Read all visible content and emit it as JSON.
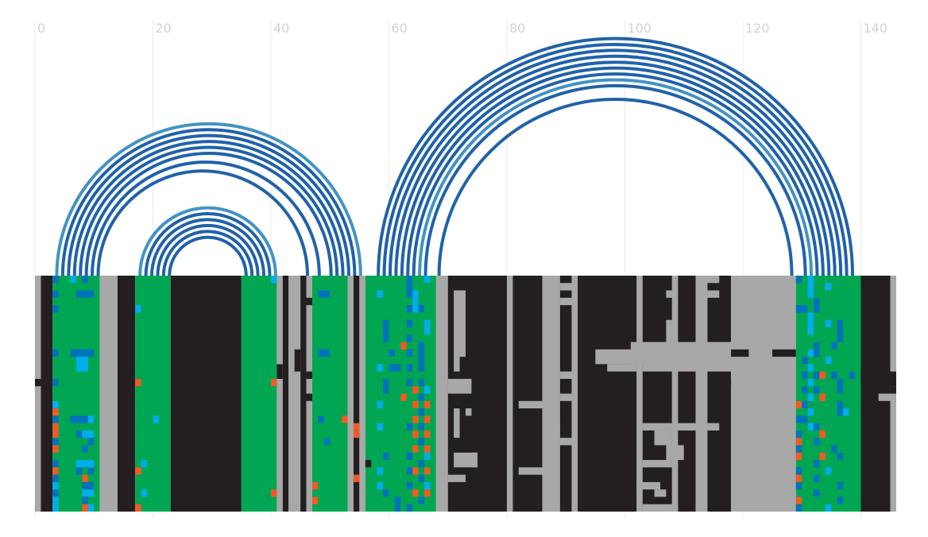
{
  "chart_data": {
    "type": "arc-diagram-with-alignment-track",
    "xlim": [
      0,
      146
    ],
    "x_ticks": [
      {
        "value": 0,
        "label": "0"
      },
      {
        "value": 20,
        "label": "20"
      },
      {
        "value": 40,
        "label": "40"
      },
      {
        "value": 60,
        "label": "60"
      },
      {
        "value": 80,
        "label": "80"
      },
      {
        "value": 100,
        "label": "100"
      },
      {
        "value": 120,
        "label": "120"
      },
      {
        "value": 140,
        "label": "140"
      }
    ],
    "grid": true,
    "arc_colors": {
      "dark": "#2162a9",
      "light": "#4393c3"
    },
    "arcs": [
      {
        "start": 3.7,
        "end": 55.2,
        "color": "light"
      },
      {
        "start": 4.7,
        "end": 54.2,
        "color": "dark"
      },
      {
        "start": 5.7,
        "end": 53.2,
        "color": "dark"
      },
      {
        "start": 6.7,
        "end": 52.2,
        "color": "dark"
      },
      {
        "start": 7.7,
        "end": 51.2,
        "color": "dark"
      },
      {
        "start": 8.7,
        "end": 50.2,
        "color": "dark"
      },
      {
        "start": 9.7,
        "end": 48.2,
        "color": "dark"
      },
      {
        "start": 10.7,
        "end": 46.2,
        "color": "dark"
      },
      {
        "start": 17.8,
        "end": 40.8,
        "color": "light"
      },
      {
        "start": 18.8,
        "end": 39.8,
        "color": "dark"
      },
      {
        "start": 19.8,
        "end": 38.8,
        "color": "dark"
      },
      {
        "start": 20.8,
        "end": 37.8,
        "color": "dark"
      },
      {
        "start": 21.8,
        "end": 36.8,
        "color": "dark"
      },
      {
        "start": 22.8,
        "end": 35.8,
        "color": "dark"
      },
      {
        "start": 58.2,
        "end": 138.6,
        "color": "dark"
      },
      {
        "start": 59.2,
        "end": 137.6,
        "color": "dark"
      },
      {
        "start": 60.2,
        "end": 136.6,
        "color": "dark"
      },
      {
        "start": 61.2,
        "end": 135.6,
        "color": "dark"
      },
      {
        "start": 62.2,
        "end": 134.6,
        "color": "dark"
      },
      {
        "start": 63.2,
        "end": 133.6,
        "color": "dark"
      },
      {
        "start": 64.2,
        "end": 132.6,
        "color": "dark"
      },
      {
        "start": 65.2,
        "end": 131.6,
        "color": "light"
      },
      {
        "start": 66.2,
        "end": 130.6,
        "color": "dark"
      },
      {
        "start": 68.5,
        "end": 128.3,
        "color": "dark"
      }
    ],
    "track_colors": {
      "black": "#231f20",
      "grey": "#a8a8a8",
      "green": "#00a651",
      "blue": "#0072bc",
      "cyan": "#00aeef",
      "orange": "#f15a24"
    },
    "track_columns": [
      {
        "start": 0,
        "end": 1,
        "color": "grey"
      },
      {
        "start": 1,
        "end": 3,
        "color": "black"
      },
      {
        "start": 3,
        "end": 11,
        "color": "green"
      },
      {
        "start": 11,
        "end": 14,
        "color": "grey"
      },
      {
        "start": 14,
        "end": 17,
        "color": "black"
      },
      {
        "start": 17,
        "end": 23,
        "color": "green"
      },
      {
        "start": 23,
        "end": 35,
        "color": "black"
      },
      {
        "start": 35,
        "end": 41,
        "color": "green"
      },
      {
        "start": 41,
        "end": 42,
        "color": "grey"
      },
      {
        "start": 42,
        "end": 43,
        "color": "black"
      },
      {
        "start": 43,
        "end": 45,
        "color": "grey"
      },
      {
        "start": 45,
        "end": 46,
        "color": "black"
      },
      {
        "start": 46,
        "end": 47,
        "color": "grey"
      },
      {
        "start": 47,
        "end": 53,
        "color": "green"
      },
      {
        "start": 53,
        "end": 54,
        "color": "grey"
      },
      {
        "start": 54,
        "end": 55,
        "color": "black"
      },
      {
        "start": 55,
        "end": 56,
        "color": "grey"
      },
      {
        "start": 56,
        "end": 68,
        "color": "green"
      },
      {
        "start": 68,
        "end": 70,
        "color": "grey"
      },
      {
        "start": 70,
        "end": 80,
        "color": "black"
      },
      {
        "start": 80,
        "end": 81,
        "color": "grey"
      },
      {
        "start": 81,
        "end": 86,
        "color": "black"
      },
      {
        "start": 86,
        "end": 89,
        "color": "grey"
      },
      {
        "start": 89,
        "end": 91,
        "color": "black"
      },
      {
        "start": 91,
        "end": 92,
        "color": "grey"
      },
      {
        "start": 92,
        "end": 102,
        "color": "black"
      },
      {
        "start": 102,
        "end": 103,
        "color": "grey"
      },
      {
        "start": 103,
        "end": 108,
        "color": "black"
      },
      {
        "start": 108,
        "end": 109,
        "color": "grey"
      },
      {
        "start": 109,
        "end": 112,
        "color": "black"
      },
      {
        "start": 112,
        "end": 114,
        "color": "grey"
      },
      {
        "start": 114,
        "end": 118,
        "color": "black"
      },
      {
        "start": 118,
        "end": 129,
        "color": "grey"
      },
      {
        "start": 129,
        "end": 140,
        "color": "green"
      },
      {
        "start": 140,
        "end": 145,
        "color": "black"
      },
      {
        "start": 145,
        "end": 146,
        "color": "grey"
      }
    ],
    "track_cells": [
      {
        "x": 3,
        "rows": [
          0,
          2,
          4,
          10,
          14,
          19,
          22,
          25,
          27,
          29
        ],
        "color": "blue"
      },
      {
        "x": 3,
        "rows": [
          17,
          28,
          30,
          31
        ],
        "color": "cyan"
      },
      {
        "x": 3,
        "rows": [
          18,
          20,
          21,
          23,
          26
        ],
        "color": "orange"
      },
      {
        "x": 6,
        "rows": [
          0
        ],
        "color": "cyan"
      },
      {
        "x": 6,
        "rows": [
          10,
          19
        ],
        "color": "blue"
      },
      {
        "x": 7,
        "rows": [
          2,
          10,
          19,
          21,
          26
        ],
        "color": "blue"
      },
      {
        "x": 7,
        "rows": [
          11,
          12,
          25
        ],
        "color": "cyan"
      },
      {
        "x": 8,
        "rows": [
          0,
          2,
          10,
          19,
          23,
          28,
          30
        ],
        "color": "blue"
      },
      {
        "x": 8,
        "rows": [
          11,
          12,
          21,
          25,
          29
        ],
        "color": "cyan"
      },
      {
        "x": 8,
        "rows": [
          27,
          31
        ],
        "color": "orange"
      },
      {
        "x": 9,
        "rows": [
          2,
          10,
          22,
          26,
          28
        ],
        "color": "blue"
      },
      {
        "x": 9,
        "rows": [
          19,
          21,
          25,
          29,
          31
        ],
        "color": "cyan"
      },
      {
        "x": 17,
        "rows": [
          4
        ],
        "color": "cyan"
      },
      {
        "x": 17,
        "rows": [
          14,
          26,
          31
        ],
        "color": "orange"
      },
      {
        "x": 18,
        "rows": [
          25,
          29
        ],
        "color": "cyan"
      },
      {
        "x": 20,
        "rows": [
          19
        ],
        "color": "cyan"
      },
      {
        "x": 40,
        "rows": [
          0
        ],
        "color": "cyan"
      },
      {
        "x": 40,
        "rows": [
          14,
          29
        ],
        "color": "orange"
      },
      {
        "x": 48,
        "rows": [
          2,
          10,
          19
        ],
        "color": "blue"
      },
      {
        "x": 49,
        "rows": [
          2,
          10,
          22
        ],
        "color": "blue"
      },
      {
        "x": 47,
        "rows": [
          28,
          30
        ],
        "color": "orange"
      },
      {
        "x": 52,
        "rows": [
          19
        ],
        "color": "orange"
      },
      {
        "x": 54,
        "rows": [
          20,
          21,
          27
        ],
        "color": "orange"
      },
      {
        "x": 58,
        "rows": [
          2,
          12,
          17,
          20,
          26,
          28
        ],
        "color": "cyan"
      },
      {
        "x": 59,
        "rows": [
          6,
          7,
          8,
          14,
          15,
          24,
          29
        ],
        "color": "blue"
      },
      {
        "x": 60,
        "rows": [
          10,
          12
        ],
        "color": "blue"
      },
      {
        "x": 61,
        "rows": [
          12,
          30,
          31
        ],
        "color": "blue"
      },
      {
        "x": 62,
        "rows": [
          9,
          16
        ],
        "color": "orange"
      },
      {
        "x": 63,
        "rows": [
          0,
          1,
          2,
          4,
          6,
          8,
          10,
          12,
          14,
          20,
          24,
          26,
          28,
          31
        ],
        "color": "blue"
      },
      {
        "x": 64,
        "rows": [
          2,
          3,
          4
        ],
        "color": "cyan"
      },
      {
        "x": 64,
        "rows": [
          15,
          17,
          19,
          21,
          23,
          26,
          29
        ],
        "color": "orange"
      },
      {
        "x": 65,
        "rows": [
          4,
          9,
          10,
          11,
          12,
          14,
          16,
          18,
          20,
          22,
          25,
          27,
          30
        ],
        "color": "blue"
      },
      {
        "x": 66,
        "rows": [
          0,
          6,
          7,
          15,
          24,
          28
        ],
        "color": "cyan"
      },
      {
        "x": 66,
        "rows": [
          17,
          19,
          21,
          23,
          26,
          29
        ],
        "color": "orange"
      },
      {
        "x": 129,
        "rows": [
          0,
          4,
          19,
          21,
          23,
          26,
          28,
          31
        ],
        "color": "blue"
      },
      {
        "x": 129,
        "rows": [
          17,
          22,
          24,
          27,
          30
        ],
        "color": "orange"
      },
      {
        "x": 130,
        "rows": [
          4,
          11,
          13,
          15,
          17,
          19
        ],
        "color": "blue"
      },
      {
        "x": 131,
        "rows": [
          0,
          1,
          2,
          5,
          6,
          7,
          10,
          12,
          14,
          16,
          18,
          20
        ],
        "color": "cyan"
      },
      {
        "x": 132,
        "rows": [
          3,
          4,
          9,
          10,
          13,
          15,
          20,
          22,
          25,
          27,
          29
        ],
        "color": "blue"
      },
      {
        "x": 133,
        "rows": [
          13,
          16,
          21,
          24
        ],
        "color": "orange"
      },
      {
        "x": 134,
        "rows": [
          1,
          6,
          11,
          26,
          31
        ],
        "color": "cyan"
      },
      {
        "x": 135,
        "rows": [
          9,
          13,
          23
        ],
        "color": "blue"
      },
      {
        "x": 136,
        "rows": [
          6,
          7,
          8,
          14,
          15,
          17,
          18,
          24,
          28,
          30
        ],
        "color": "blue"
      },
      {
        "x": 137,
        "rows": [
          18
        ],
        "color": "cyan"
      },
      {
        "x": 138,
        "rows": [
          13
        ],
        "color": "blue"
      }
    ],
    "grey_blocks": [
      {
        "x0": 71,
        "x1": 73,
        "r0": 2,
        "r1": 10
      },
      {
        "x0": 70,
        "x1": 74,
        "r0": 14,
        "r1": 15
      },
      {
        "x0": 71,
        "x1": 75,
        "r0": 24,
        "r1": 25
      },
      {
        "x0": 70,
        "x1": 73,
        "r0": 27,
        "r1": 27
      },
      {
        "x0": 71,
        "x1": 72,
        "r0": 18,
        "r1": 21
      },
      {
        "x0": 73,
        "x1": 74,
        "r0": 18,
        "r1": 18
      },
      {
        "x0": 71,
        "x1": 72,
        "r0": 11,
        "r1": 12
      },
      {
        "x0": 74,
        "x1": 75,
        "r0": 24,
        "r1": 25
      },
      {
        "x0": 82,
        "x1": 86,
        "r0": 17,
        "r1": 17
      },
      {
        "x0": 82,
        "x1": 86,
        "r0": 26,
        "r1": 26
      },
      {
        "x0": 89,
        "x1": 91,
        "r0": 1,
        "r1": 1
      },
      {
        "x0": 89,
        "x1": 91,
        "r0": 3,
        "r1": 3
      },
      {
        "x0": 89,
        "x1": 91,
        "r0": 13,
        "r1": 13
      },
      {
        "x0": 89,
        "x1": 91,
        "r0": 16,
        "r1": 16
      },
      {
        "x0": 89,
        "x1": 91,
        "r0": 22,
        "r1": 22
      },
      {
        "x0": 86,
        "x1": 89,
        "r0": 20,
        "r1": 21
      },
      {
        "x0": 95,
        "x1": 118,
        "r0": 10,
        "r1": 11
      },
      {
        "x0": 101,
        "x1": 118,
        "r0": 9,
        "r1": 11
      },
      {
        "x0": 97,
        "x1": 102,
        "r0": 12,
        "r1": 12
      },
      {
        "x0": 103,
        "x1": 129,
        "r0": 12,
        "r1": 12
      },
      {
        "x0": 103,
        "x1": 116,
        "r0": 20,
        "r1": 20
      },
      {
        "x0": 105,
        "x1": 108,
        "r0": 21,
        "r1": 22
      },
      {
        "x0": 107,
        "x1": 110,
        "r0": 23,
        "r1": 24
      },
      {
        "x0": 103,
        "x1": 108,
        "r0": 25,
        "r1": 25
      },
      {
        "x0": 102,
        "x1": 106,
        "r0": 28,
        "r1": 28
      },
      {
        "x0": 105,
        "x1": 107,
        "r0": 29,
        "r1": 29
      },
      {
        "x0": 103,
        "x1": 109,
        "r0": 31,
        "r1": 31
      },
      {
        "x0": 121,
        "x1": 125,
        "r0": 11,
        "r1": 11
      },
      {
        "x0": 113,
        "x1": 116,
        "r0": 0,
        "r1": 0
      },
      {
        "x0": 114,
        "x1": 116,
        "r0": 2,
        "r1": 2
      },
      {
        "x0": 107,
        "x1": 108,
        "r0": 2,
        "r1": 2
      },
      {
        "x0": 107,
        "x1": 108,
        "r0": 6,
        "r1": 8
      },
      {
        "x0": 143,
        "x1": 145,
        "r0": 16,
        "r1": 16
      }
    ],
    "black_marks": [
      {
        "x0": 0,
        "x1": 1,
        "r0": 14,
        "r1": 14
      },
      {
        "x0": 41,
        "x1": 42,
        "r0": 12,
        "r1": 13
      },
      {
        "x0": 44,
        "x1": 45,
        "r0": 10,
        "r1": 12
      },
      {
        "x0": 46,
        "x1": 47,
        "r0": 3,
        "r1": 3
      },
      {
        "x0": 46,
        "x1": 47,
        "r0": 13,
        "r1": 13
      },
      {
        "x0": 46,
        "x1": 47,
        "r0": 16,
        "r1": 16
      },
      {
        "x0": 56,
        "x1": 57,
        "r0": 25,
        "r1": 25
      },
      {
        "x0": 118,
        "x1": 121,
        "r0": 10,
        "r1": 10
      },
      {
        "x0": 125,
        "x1": 129,
        "r0": 10,
        "r1": 10
      },
      {
        "x0": 116,
        "x1": 118,
        "r0": 14,
        "r1": 14
      },
      {
        "x0": 140,
        "x1": 146,
        "r0": 13,
        "r1": 14
      },
      {
        "x0": 145,
        "x1": 146,
        "r0": 15,
        "r1": 15
      }
    ],
    "track_row_count": 32
  }
}
